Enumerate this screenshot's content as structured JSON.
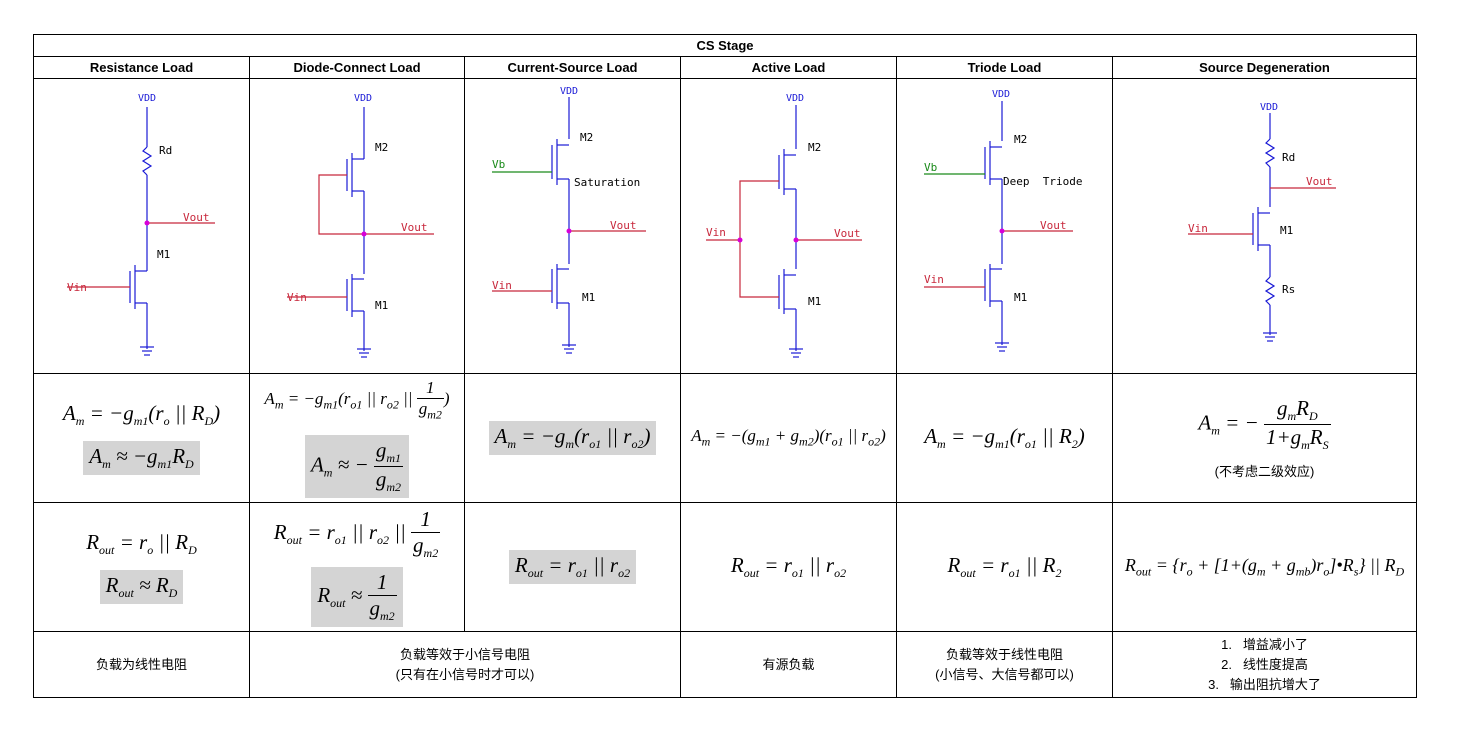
{
  "title": "CS Stage",
  "columns": [
    "Resistance Load",
    "Diode-Connect Load",
    "Current-Source Load",
    "Active Load",
    "Triode Load",
    "Source Degeneration"
  ],
  "circuit_labels": {
    "vdd": "VDD",
    "rd": "Rd",
    "rs": "Rs",
    "m1": "M1",
    "m2": "M2",
    "vin": "Vin",
    "vout": "Vout",
    "vb": "Vb",
    "saturation": "Saturation",
    "deep_triode": "Deep  Triode"
  },
  "descriptions": {
    "resistance": "负载为线性电阻",
    "diode_current_1": "负载等效于小信号电阻",
    "diode_current_2": "(只有在小信号时才可以)",
    "active": "有源负载",
    "triode_1": "负载等效于线性电阻",
    "triode_2": "(小信号、大信号都可以)",
    "degeneration_items": [
      "1.   增益减小了",
      "2.   线性度提高",
      "3.   输出阻抗增大了"
    ]
  },
  "degeneration_note": "(不考虑二级效应)"
}
